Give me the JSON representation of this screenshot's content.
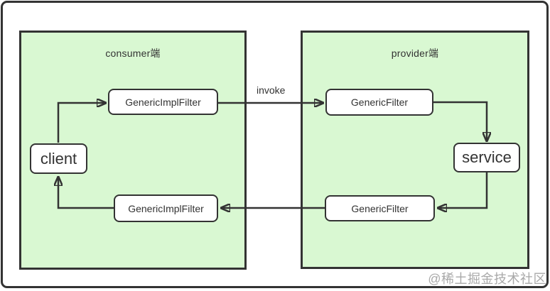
{
  "diagram": {
    "groups": [
      {
        "id": "consumer",
        "label": "consumer端"
      },
      {
        "id": "provider",
        "label": "provider端"
      }
    ],
    "nodes": [
      {
        "id": "client",
        "label": "client",
        "group": "consumer"
      },
      {
        "id": "generic-impl-filter-top",
        "label": "GenericImplFilter",
        "group": "consumer"
      },
      {
        "id": "generic-filter-top",
        "label": "GenericFilter",
        "group": "provider"
      },
      {
        "id": "service",
        "label": "service",
        "group": "provider"
      },
      {
        "id": "generic-filter-bottom",
        "label": "GenericFilter",
        "group": "provider"
      },
      {
        "id": "generic-impl-filter-bottom",
        "label": "GenericImplFilter",
        "group": "consumer"
      }
    ],
    "edges": [
      {
        "from": "client",
        "to": "generic-impl-filter-top",
        "label": ""
      },
      {
        "from": "generic-impl-filter-top",
        "to": "generic-filter-top",
        "label": "invoke"
      },
      {
        "from": "generic-filter-top",
        "to": "service",
        "label": ""
      },
      {
        "from": "service",
        "to": "generic-filter-bottom",
        "label": ""
      },
      {
        "from": "generic-filter-bottom",
        "to": "generic-impl-filter-bottom",
        "label": ""
      },
      {
        "from": "generic-impl-filter-bottom",
        "to": "client",
        "label": ""
      }
    ],
    "watermark": "@稀土掘金技术社区",
    "colors": {
      "group_fill": "#d9f8d2",
      "stroke": "#333333",
      "node_fill": "#ffffff",
      "text": "#333333",
      "watermark": "#a9a9a9"
    }
  }
}
